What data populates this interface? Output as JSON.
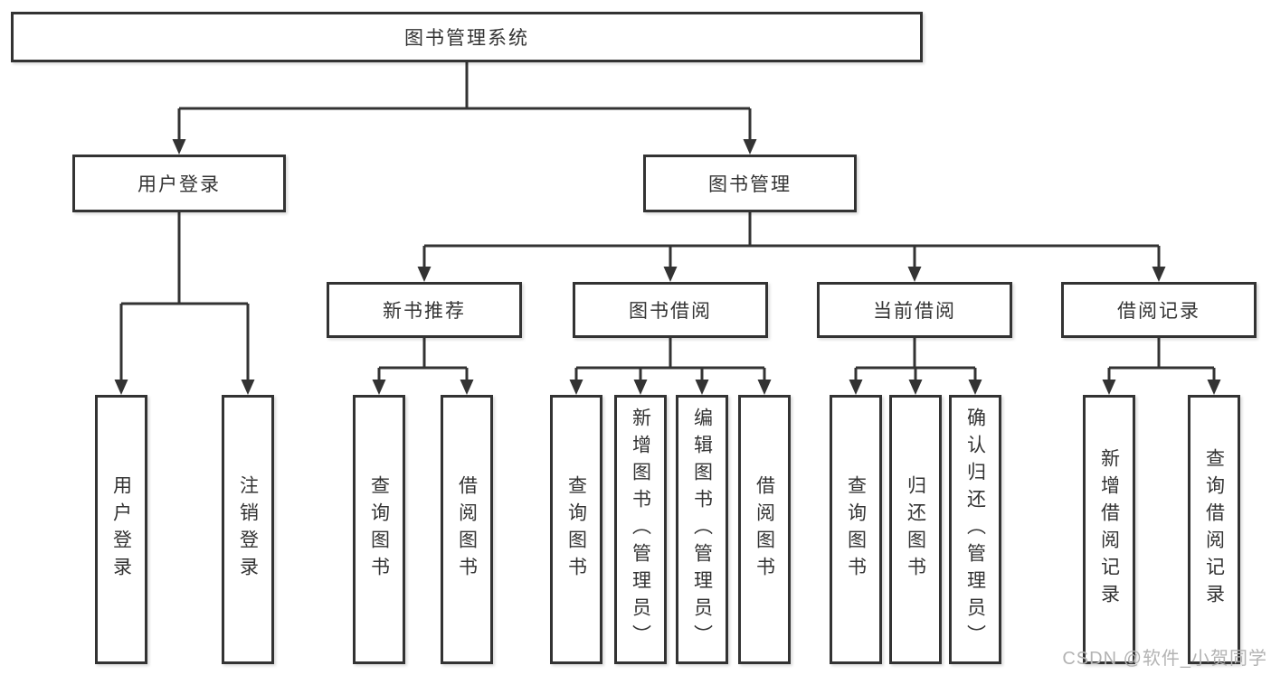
{
  "diagram": {
    "title": "图书管理系统",
    "level2": {
      "user_login": "用户登录",
      "book_management": "图书管理"
    },
    "level3": {
      "new_book_recommend": "新书推荐",
      "book_borrow": "图书借阅",
      "current_borrow": "当前借阅",
      "borrow_records": "借阅记录"
    },
    "leaves": {
      "user_login": "用户登录",
      "logout": "注销登录",
      "recommend_query_books": "查询图书",
      "recommend_borrow_books": "借阅图书",
      "borrow_query_books": "查询图书",
      "borrow_add_books_admin": "新增图书（管理员）",
      "borrow_edit_books_admin": "编辑图书（管理员）",
      "borrow_borrow_books": "借阅图书",
      "current_query_books": "查询图书",
      "current_return_books": "归还图书",
      "current_confirm_return_admin": "确认归还（管理员）",
      "records_add_record": "新增借阅记录",
      "records_query_record": "查询借阅记录"
    }
  },
  "watermark": "CSDN @软件_小贺同学",
  "colors": {
    "line": "#333333",
    "border": "#333333",
    "background": "#ffffff",
    "watermark": "#b3b3b3"
  }
}
